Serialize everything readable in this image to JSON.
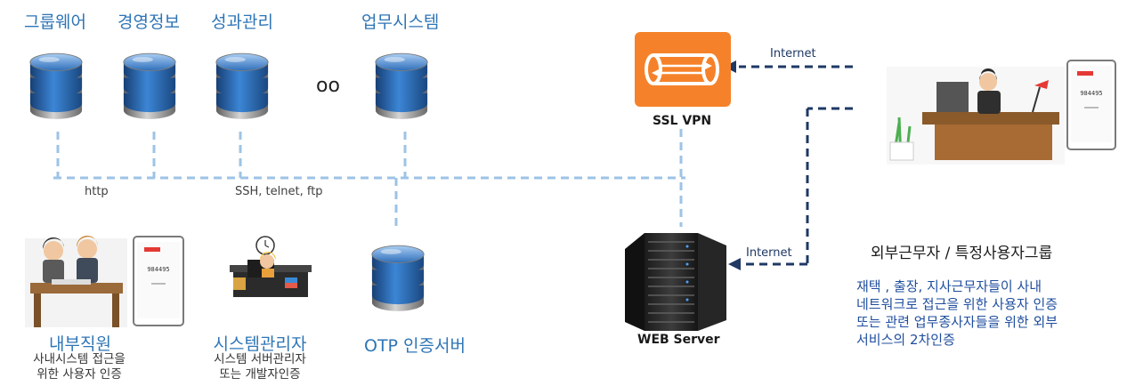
{
  "colors": {
    "db_blue": "#2e6fbd",
    "db_highlight": "#7fb0e8",
    "db_dark": "#1b4c8c",
    "grey": "#8c8c8c",
    "dashed_light": "#9dc3e6",
    "dashed_dark": "#1f3864",
    "vpn_orange": "#f5822a",
    "label_blue": "#2e75b6"
  },
  "databases": [
    {
      "label": "그룹웨어"
    },
    {
      "label": "경영정보"
    },
    {
      "label": "성과관리"
    },
    {
      "label": "업무시스템"
    }
  ],
  "ellipsis": "oo",
  "protocols": {
    "http": "http",
    "ssh": "SSH, telnet, ftp"
  },
  "vpn": {
    "label": "SSL VPN",
    "internet": "Internet"
  },
  "web_server": {
    "label": "WEB Server",
    "internet": "Internet"
  },
  "otp_server": {
    "label": "OTP 인증서버"
  },
  "internal_staff": {
    "title": "내부직원",
    "desc_line1": "사내시스템 접근을",
    "desc_line2": "위한 사용자 인증"
  },
  "sys_admin": {
    "title": "시스템관리자",
    "desc_line1": "시스템 서버관리자",
    "desc_line2": "또는 개발자인증"
  },
  "external": {
    "title": "외부근무자 /  특정사용자그룹",
    "desc_line1": "재택 , 출장, 지사근무자들이  사내",
    "desc_line2": "네트워크로 접근을 위한 사용자 인증",
    "desc_line3": "또는 관련 업무종사자들을 위한 외부",
    "desc_line4": "서비스의 2차인증"
  },
  "phone_otp": "984495",
  "icons": [
    "database-icon",
    "vpn-tunnel-icon",
    "server-rack-icon",
    "office-worker-icon",
    "otp-phone-icon",
    "clock-icon",
    "monitor-icon",
    "plant-icon",
    "desk-lamp-icon"
  ]
}
